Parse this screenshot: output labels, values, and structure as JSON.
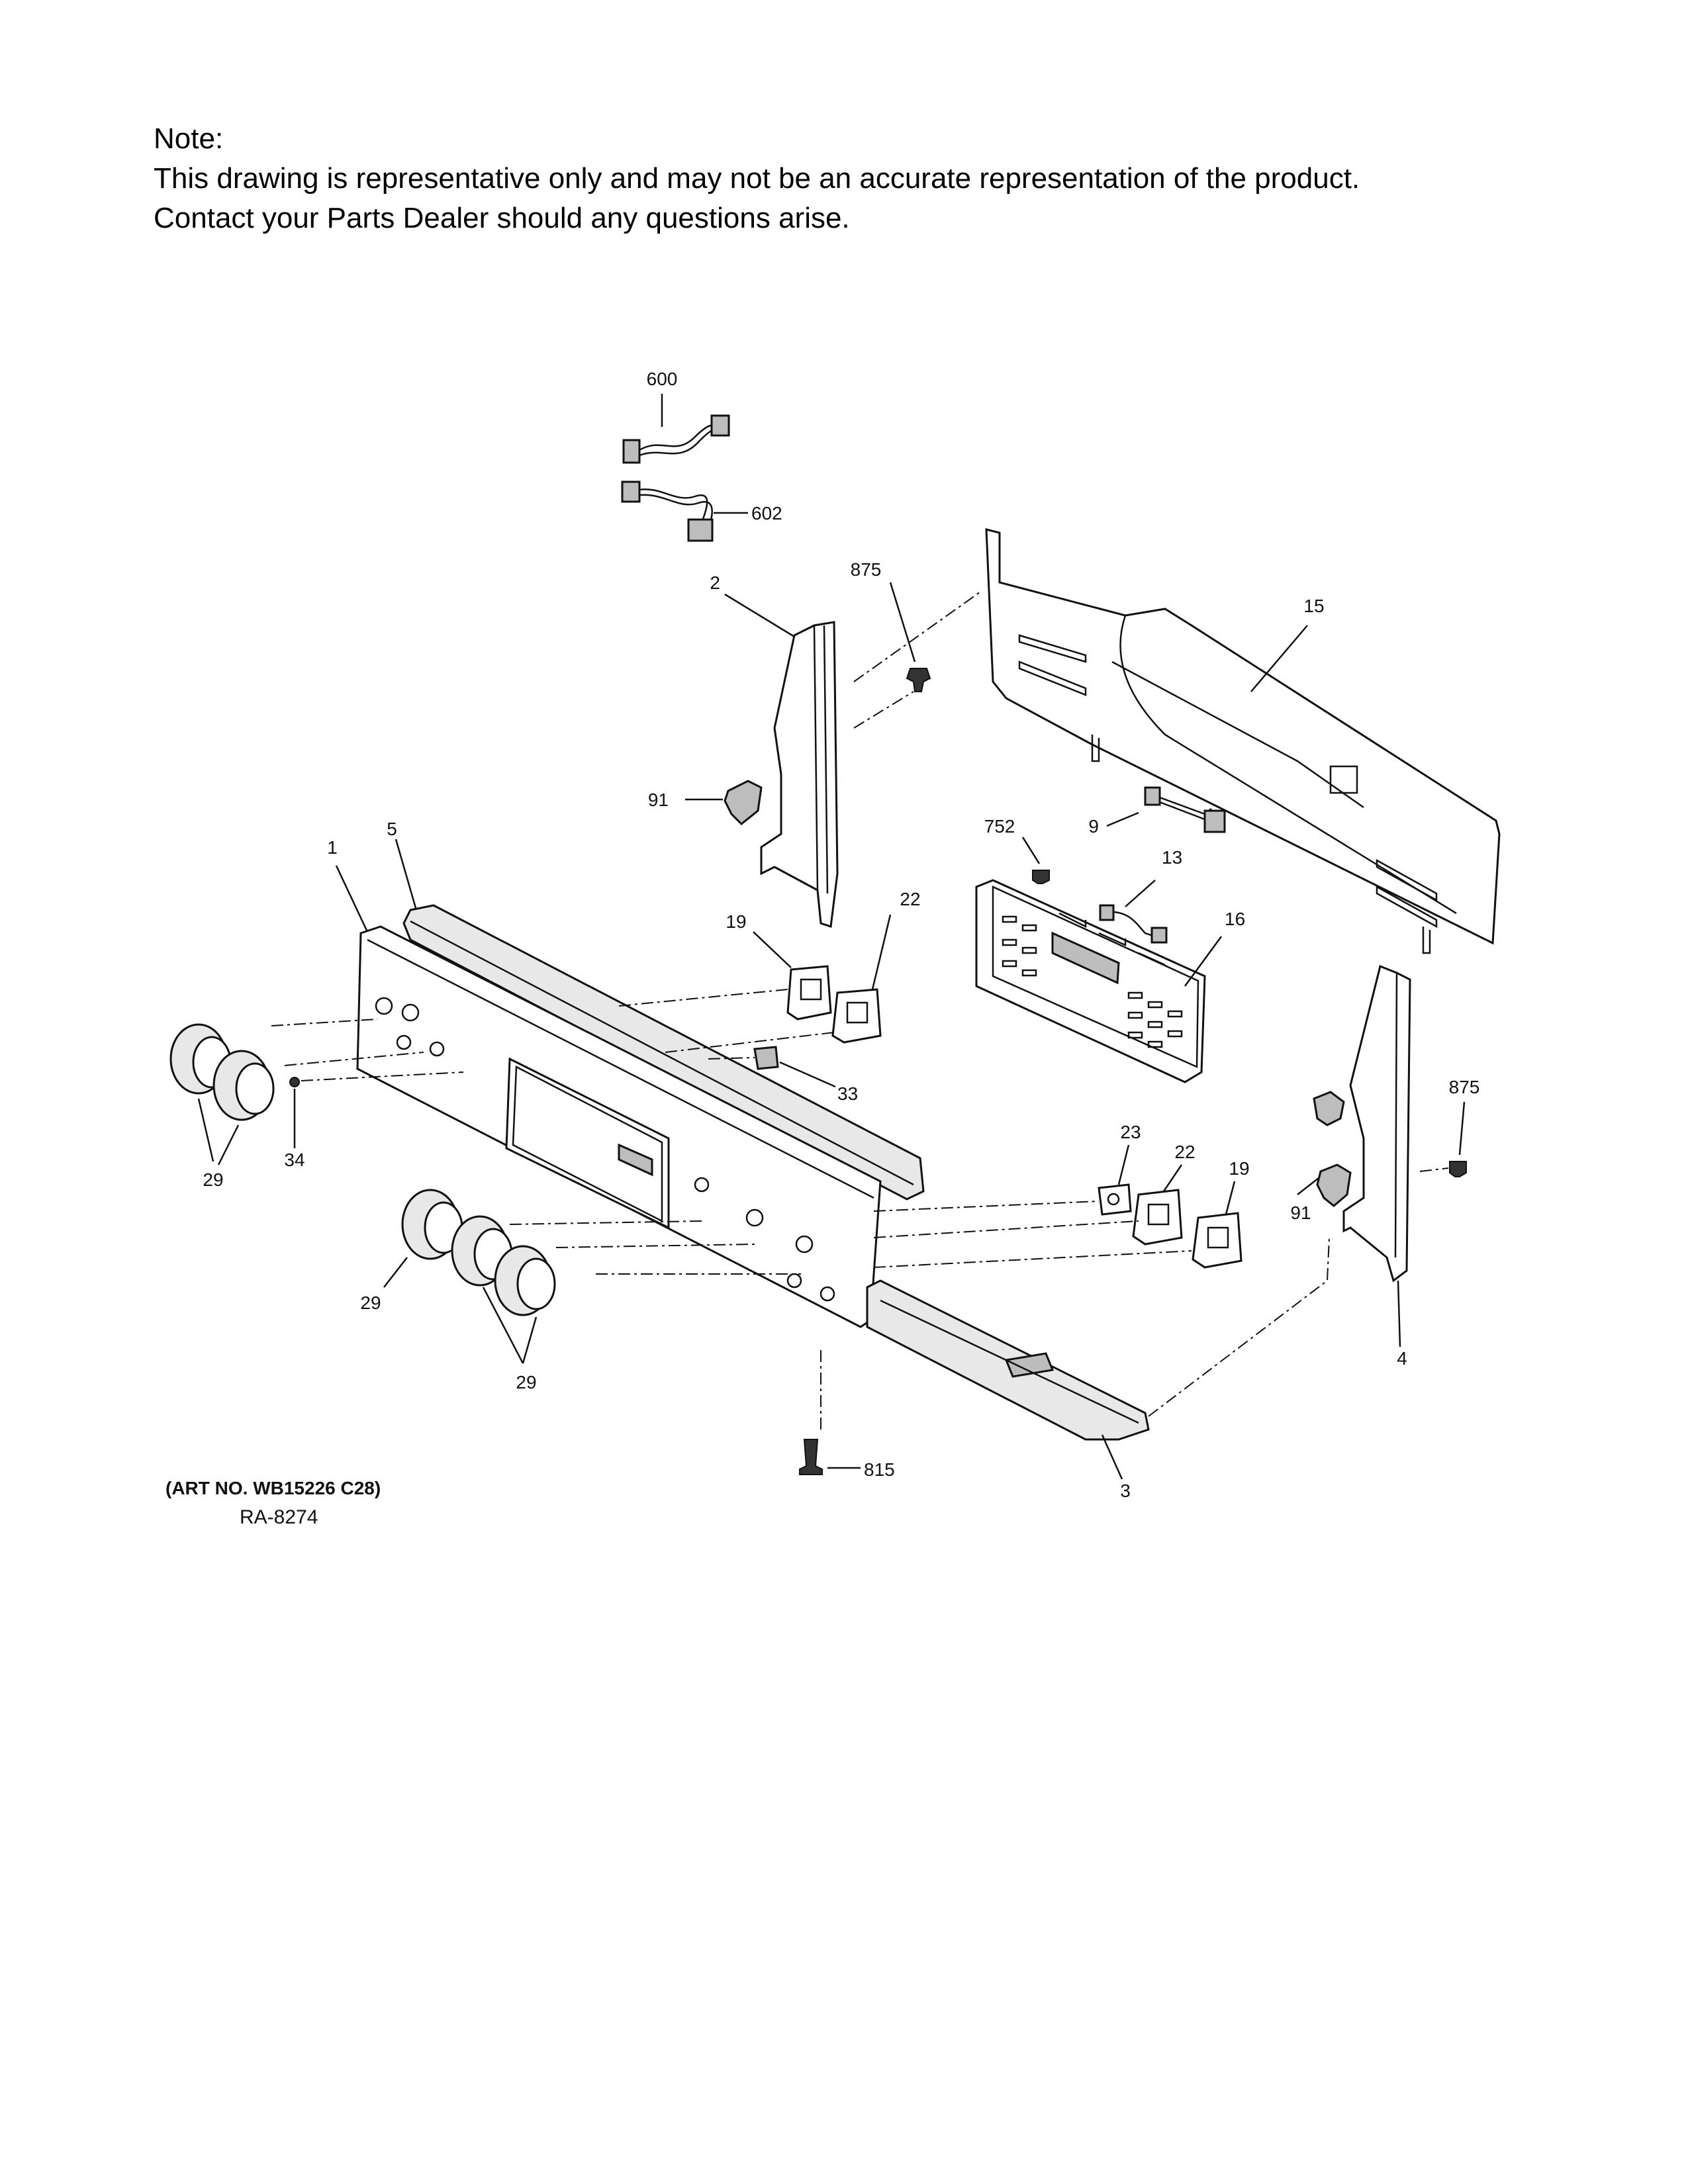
{
  "note": {
    "heading": "Note:",
    "line1": "This drawing is representative only and may not be an accurate representation of the product.",
    "line2": "Contact your Parts Dealer should any questions arise."
  },
  "callouts": {
    "c600": "600",
    "c602": "602",
    "c875a": "875",
    "c2": "2",
    "c15": "15",
    "c91a": "91",
    "c752": "752",
    "c9": "9",
    "c13": "13",
    "c1": "1",
    "c5": "5",
    "c19a": "19",
    "c22a": "22",
    "c16": "16",
    "c33": "33",
    "c875b": "875",
    "c29a": "29",
    "c34": "34",
    "c23": "23",
    "c22b": "22",
    "c19b": "19",
    "c91b": "91",
    "c29b": "29",
    "c29c": "29",
    "c4": "4",
    "c815": "815",
    "c3": "3"
  },
  "art_no": "(ART NO. WB15226 C28)",
  "ra_no": "RA-8274"
}
